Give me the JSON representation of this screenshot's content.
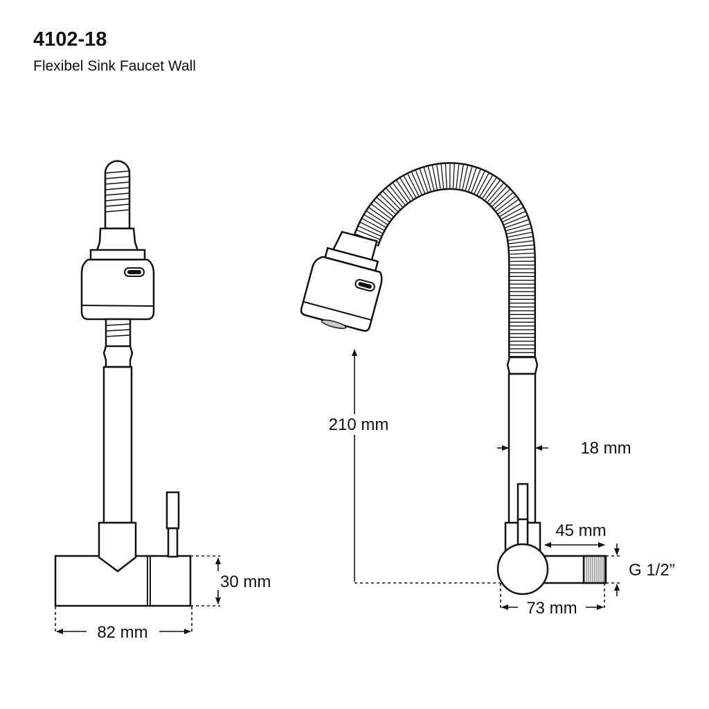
{
  "header": {
    "model": "4102-18",
    "description": "Flexibel Sink Faucet Wall"
  },
  "dimensions": {
    "base_width": "82 mm",
    "base_height": "30 mm",
    "spout_height": "210 mm",
    "pipe_diameter": "18 mm",
    "inlet_length": "45 mm",
    "total_depth": "73 mm",
    "thread": "G 1/2”"
  }
}
